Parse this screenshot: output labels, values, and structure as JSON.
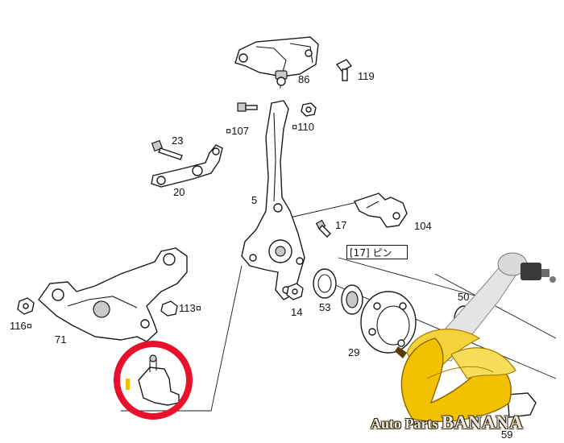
{
  "parts": [
    {
      "id": "86",
      "label": "86"
    },
    {
      "id": "119",
      "label": "119"
    },
    {
      "id": "107",
      "label": "¤107"
    },
    {
      "id": "110",
      "label": "¤110"
    },
    {
      "id": "23",
      "label": "23"
    },
    {
      "id": "20",
      "label": "20"
    },
    {
      "id": "5",
      "label": "5"
    },
    {
      "id": "17",
      "label": "17"
    },
    {
      "id": "104",
      "label": "104"
    },
    {
      "id": "113",
      "label": "113¤"
    },
    {
      "id": "116",
      "label": "116¤"
    },
    {
      "id": "71",
      "label": "71"
    },
    {
      "id": "14",
      "label": "14"
    },
    {
      "id": "53",
      "label": "53"
    },
    {
      "id": "50",
      "label": "50"
    },
    {
      "id": "29",
      "label": "29"
    },
    {
      "id": "59",
      "label": "59"
    }
  ],
  "callout": {
    "text": "[17] ピン"
  },
  "highlight": {
    "target": "ball-joint",
    "color": "#e8102a"
  },
  "brand": {
    "prefix": "Auto Parts ",
    "name": "BANANA"
  },
  "colors": {
    "line": "#1a1a1a",
    "banana": "#f2c200",
    "banana_dark": "#c99a00"
  }
}
